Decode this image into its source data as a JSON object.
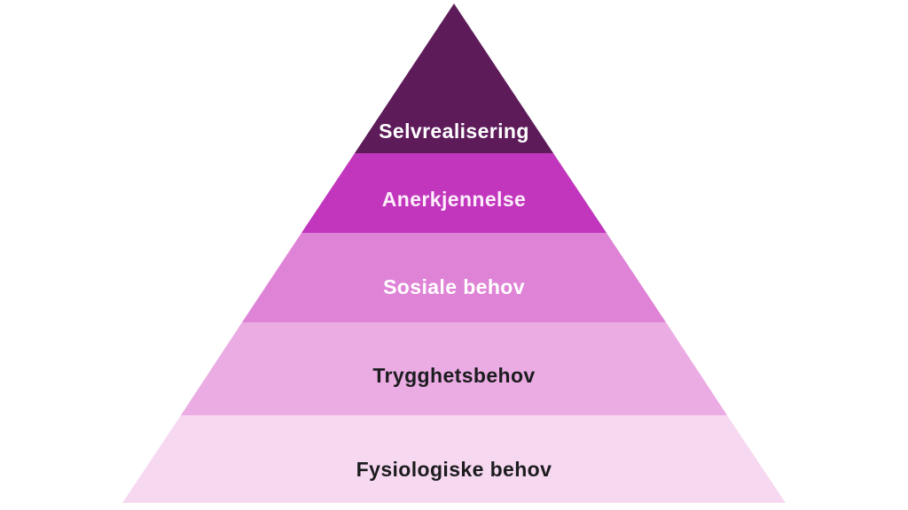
{
  "canvas": {
    "background": "#ffffff"
  },
  "pyramid": {
    "levels": [
      {
        "label": "Selvrealisering",
        "fill": "#5d1b5a",
        "text_color": "#ffffff"
      },
      {
        "label": "Anerkjennelse",
        "fill": "#c136bd",
        "text_color": "#fdeefb"
      },
      {
        "label": "Sosiale behov",
        "fill": "#df83d6",
        "text_color": "#ffffff"
      },
      {
        "label": "Trygghetsbehov",
        "fill": "#ebabe3",
        "text_color": "#1c1c1e"
      },
      {
        "label": "Fysiologiske behov",
        "fill": "#f6d8f1",
        "text_color": "#1c1c1e"
      }
    ]
  }
}
